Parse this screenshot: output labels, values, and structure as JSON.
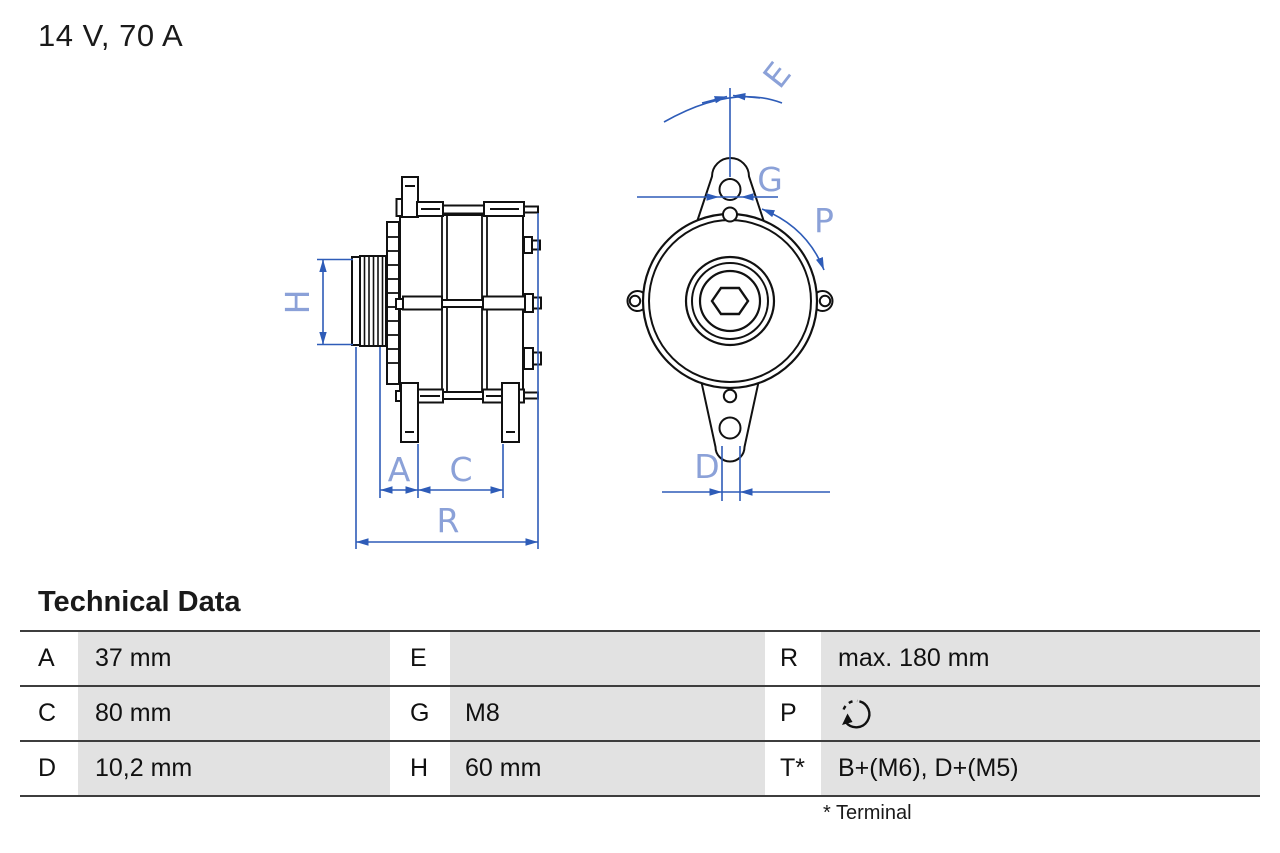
{
  "title": "14 V, 70 A",
  "drawing": {
    "labels": {
      "H": "H",
      "A": "A",
      "C": "C",
      "R": "R",
      "D": "D",
      "E": "E",
      "G": "G",
      "P": "P"
    },
    "colors": {
      "outline": "#111111",
      "dimension_line": "#2e5cb8",
      "dimension_label": "#8ba1d8"
    },
    "views": [
      "alternator-side-view",
      "alternator-front-view"
    ]
  },
  "technical_data": {
    "heading": "Technical Data",
    "rows": [
      {
        "c1": {
          "label": "A",
          "value": "37 mm"
        },
        "c2": {
          "label": "E",
          "value": ""
        },
        "c3": {
          "label": "R",
          "value": "max. 180 mm"
        }
      },
      {
        "c1": {
          "label": "C",
          "value": "80 mm"
        },
        "c2": {
          "label": "G",
          "value": "M8"
        },
        "c3": {
          "label": "P",
          "value": "",
          "icon": "clockwise-rotation"
        }
      },
      {
        "c1": {
          "label": "D",
          "value": "10,2 mm"
        },
        "c2": {
          "label": "H",
          "value": "60 mm"
        },
        "c3": {
          "label": "T*",
          "value": "B+(M6), D+(M5)"
        }
      }
    ],
    "footnote": "* Terminal",
    "value_cell_color": "#e2e2e2"
  }
}
